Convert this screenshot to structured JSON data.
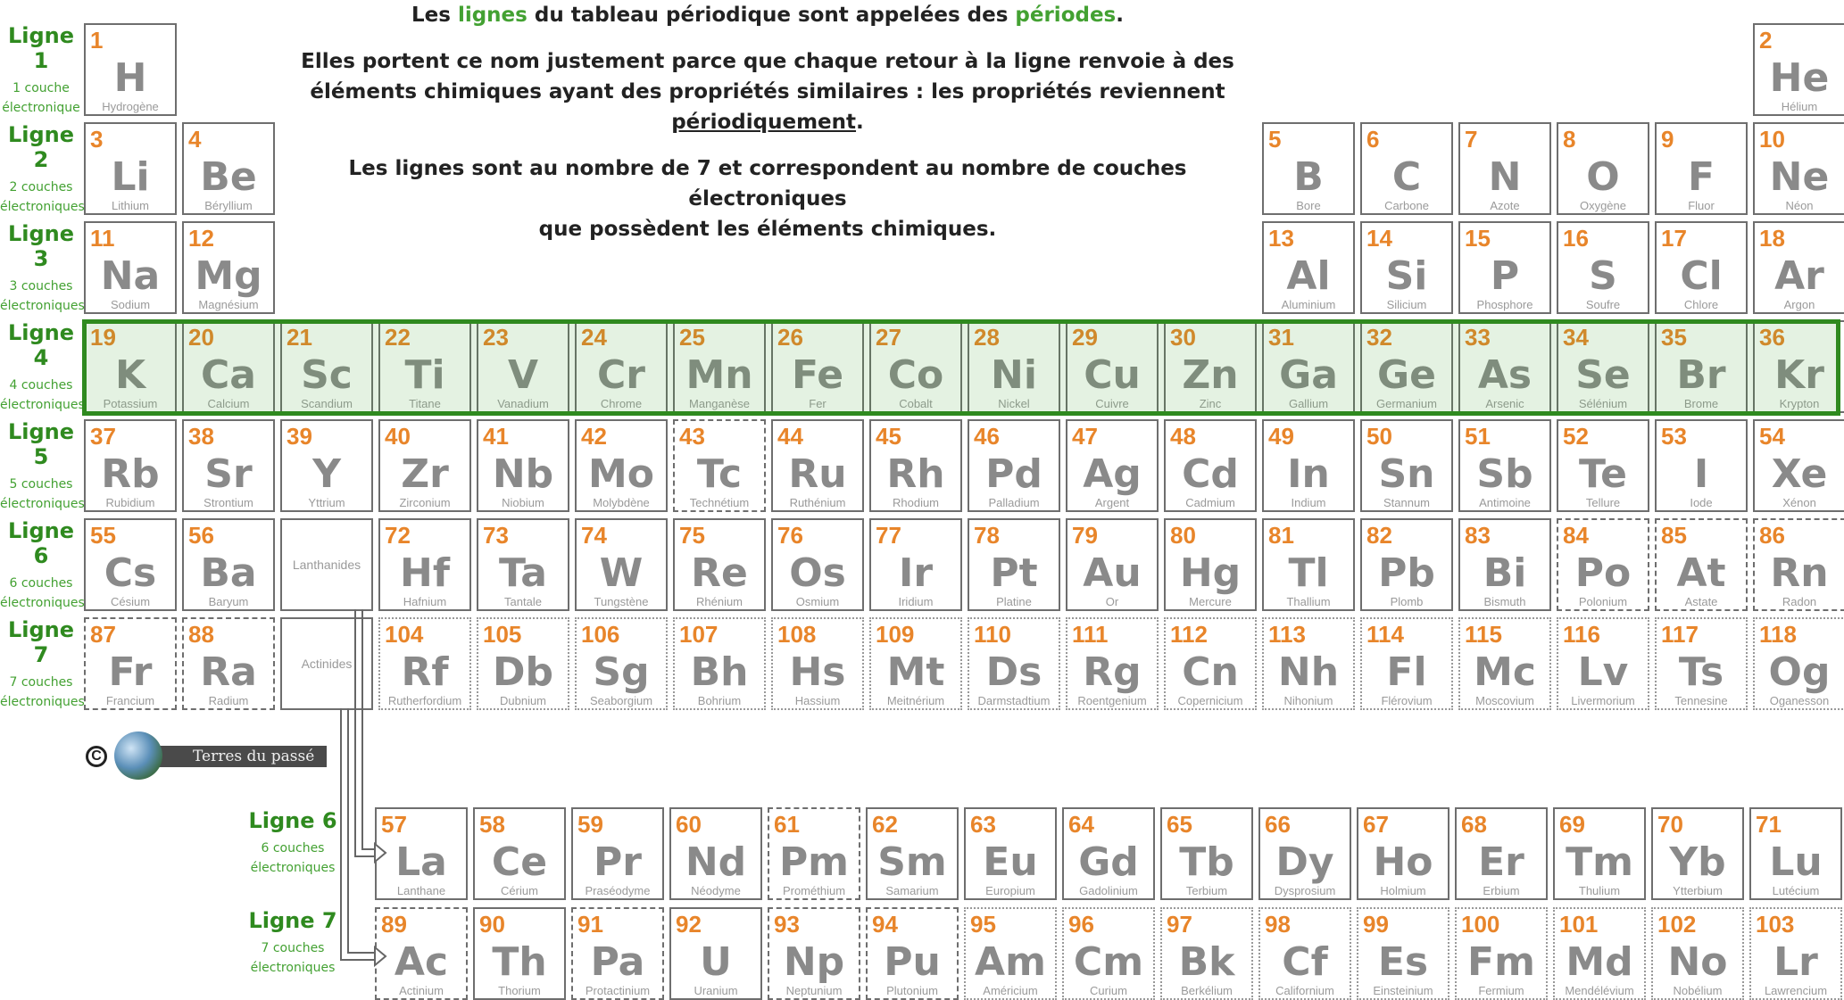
{
  "intro": {
    "p1_pre": "Les ",
    "p1_hl1": "lignes",
    "p1_mid": " du tableau périodique sont appelées des ",
    "p1_hl2": "périodes",
    "p1_end": ".",
    "p2_a": "Elles portent ce nom justement parce que chaque retour à la ligne renvoie à des",
    "p2_b": "éléments chimiques ayant des propriétés similaires : les propriétés reviennent ",
    "p2_ul": "périodiquement",
    "p2_end": ".",
    "p3_a": "Les lignes sont au nombre de 7 et correspondent au nombre de couches électroniques",
    "p3_b": "que possèdent les éléments chimiques."
  },
  "row_labels": [
    {
      "title": "Ligne 1",
      "sub1": "1 couche",
      "sub2": "électronique"
    },
    {
      "title": "Ligne 2",
      "sub1": "2 couches",
      "sub2": "électroniques"
    },
    {
      "title": "Ligne 3",
      "sub1": "3 couches",
      "sub2": "électroniques"
    },
    {
      "title": "Ligne 4",
      "sub1": "4 couches",
      "sub2": "électroniques"
    },
    {
      "title": "Ligne 5",
      "sub1": "5 couches",
      "sub2": "électroniques"
    },
    {
      "title": "Ligne 6",
      "sub1": "6 couches",
      "sub2": "électroniques"
    },
    {
      "title": "Ligne 7",
      "sub1": "7 couches",
      "sub2": "électroniques"
    }
  ],
  "fblock_labels": [
    {
      "title": "Ligne 6",
      "sub1": "6 couches",
      "sub2": "électroniques"
    },
    {
      "title": "Ligne 7",
      "sub1": "7 couches",
      "sub2": "électroniques"
    }
  ],
  "placeholders": {
    "lanthanides": "Lanthanides",
    "actinides": "Actinides"
  },
  "logo": {
    "text": "Terres du passé",
    "copyright": "C"
  },
  "main_rows": [
    [
      [
        "1",
        "H",
        "Hydrogène",
        "s"
      ],
      [
        "2",
        "He",
        "Hélium",
        "s"
      ]
    ],
    [
      [
        "3",
        "Li",
        "Lithium",
        "s"
      ],
      [
        "4",
        "Be",
        "Béryllium",
        "s"
      ],
      [
        "5",
        "B",
        "Bore",
        "s"
      ],
      [
        "6",
        "C",
        "Carbone",
        "s"
      ],
      [
        "7",
        "N",
        "Azote",
        "s"
      ],
      [
        "8",
        "O",
        "Oxygène",
        "s"
      ],
      [
        "9",
        "F",
        "Fluor",
        "s"
      ],
      [
        "10",
        "Ne",
        "Néon",
        "s"
      ]
    ],
    [
      [
        "11",
        "Na",
        "Sodium",
        "s"
      ],
      [
        "12",
        "Mg",
        "Magnésium",
        "s"
      ],
      [
        "13",
        "Al",
        "Aluminium",
        "s"
      ],
      [
        "14",
        "Si",
        "Silicium",
        "s"
      ],
      [
        "15",
        "P",
        "Phosphore",
        "s"
      ],
      [
        "16",
        "S",
        "Soufre",
        "s"
      ],
      [
        "17",
        "Cl",
        "Chlore",
        "s"
      ],
      [
        "18",
        "Ar",
        "Argon",
        "s"
      ]
    ],
    [
      [
        "19",
        "K",
        "Potassium",
        "s"
      ],
      [
        "20",
        "Ca",
        "Calcium",
        "s"
      ],
      [
        "21",
        "Sc",
        "Scandium",
        "s"
      ],
      [
        "22",
        "Ti",
        "Titane",
        "s"
      ],
      [
        "23",
        "V",
        "Vanadium",
        "s"
      ],
      [
        "24",
        "Cr",
        "Chrome",
        "s"
      ],
      [
        "25",
        "Mn",
        "Manganèse",
        "s"
      ],
      [
        "26",
        "Fe",
        "Fer",
        "s"
      ],
      [
        "27",
        "Co",
        "Cobalt",
        "s"
      ],
      [
        "28",
        "Ni",
        "Nickel",
        "s"
      ],
      [
        "29",
        "Cu",
        "Cuivre",
        "s"
      ],
      [
        "30",
        "Zn",
        "Zinc",
        "s"
      ],
      [
        "31",
        "Ga",
        "Gallium",
        "s"
      ],
      [
        "32",
        "Ge",
        "Germanium",
        "s"
      ],
      [
        "33",
        "As",
        "Arsenic",
        "s"
      ],
      [
        "34",
        "Se",
        "Sélénium",
        "s"
      ],
      [
        "35",
        "Br",
        "Brome",
        "s"
      ],
      [
        "36",
        "Kr",
        "Krypton",
        "s"
      ]
    ],
    [
      [
        "37",
        "Rb",
        "Rubidium",
        "s"
      ],
      [
        "38",
        "Sr",
        "Strontium",
        "s"
      ],
      [
        "39",
        "Y",
        "Yttrium",
        "s"
      ],
      [
        "40",
        "Zr",
        "Zirconium",
        "s"
      ],
      [
        "41",
        "Nb",
        "Niobium",
        "s"
      ],
      [
        "42",
        "Mo",
        "Molybdène",
        "s"
      ],
      [
        "43",
        "Tc",
        "Technétium",
        "d"
      ],
      [
        "44",
        "Ru",
        "Ruthénium",
        "s"
      ],
      [
        "45",
        "Rh",
        "Rhodium",
        "s"
      ],
      [
        "46",
        "Pd",
        "Palladium",
        "s"
      ],
      [
        "47",
        "Ag",
        "Argent",
        "s"
      ],
      [
        "48",
        "Cd",
        "Cadmium",
        "s"
      ],
      [
        "49",
        "In",
        "Indium",
        "s"
      ],
      [
        "50",
        "Sn",
        "Stannum",
        "s"
      ],
      [
        "51",
        "Sb",
        "Antimoine",
        "s"
      ],
      [
        "52",
        "Te",
        "Tellure",
        "s"
      ],
      [
        "53",
        "I",
        "Iode",
        "s"
      ],
      [
        "54",
        "Xe",
        "Xénon",
        "s"
      ]
    ],
    [
      [
        "55",
        "Cs",
        "Césium",
        "s"
      ],
      [
        "56",
        "Ba",
        "Baryum",
        "s"
      ],
      [
        "72",
        "Hf",
        "Hafnium",
        "s"
      ],
      [
        "73",
        "Ta",
        "Tantale",
        "s"
      ],
      [
        "74",
        "W",
        "Tungstène",
        "s"
      ],
      [
        "75",
        "Re",
        "Rhénium",
        "s"
      ],
      [
        "76",
        "Os",
        "Osmium",
        "s"
      ],
      [
        "77",
        "Ir",
        "Iridium",
        "s"
      ],
      [
        "78",
        "Pt",
        "Platine",
        "s"
      ],
      [
        "79",
        "Au",
        "Or",
        "s"
      ],
      [
        "80",
        "Hg",
        "Mercure",
        "s"
      ],
      [
        "81",
        "Tl",
        "Thallium",
        "s"
      ],
      [
        "82",
        "Pb",
        "Plomb",
        "s"
      ],
      [
        "83",
        "Bi",
        "Bismuth",
        "s"
      ],
      [
        "84",
        "Po",
        "Polonium",
        "d"
      ],
      [
        "85",
        "At",
        "Astate",
        "d"
      ],
      [
        "86",
        "Rn",
        "Radon",
        "d"
      ]
    ],
    [
      [
        "87",
        "Fr",
        "Francium",
        "d"
      ],
      [
        "88",
        "Ra",
        "Radium",
        "d"
      ],
      [
        "104",
        "Rf",
        "Rutherfordium",
        "o"
      ],
      [
        "105",
        "Db",
        "Dubnium",
        "o"
      ],
      [
        "106",
        "Sg",
        "Seaborgium",
        "o"
      ],
      [
        "107",
        "Bh",
        "Bohrium",
        "o"
      ],
      [
        "108",
        "Hs",
        "Hassium",
        "o"
      ],
      [
        "109",
        "Mt",
        "Meitnérium",
        "o"
      ],
      [
        "110",
        "Ds",
        "Darmstadtium",
        "o"
      ],
      [
        "111",
        "Rg",
        "Roentgenium",
        "o"
      ],
      [
        "112",
        "Cn",
        "Copernicium",
        "o"
      ],
      [
        "113",
        "Nh",
        "Nihonium",
        "o"
      ],
      [
        "114",
        "Fl",
        "Flérovium",
        "o"
      ],
      [
        "115",
        "Mc",
        "Moscovium",
        "o"
      ],
      [
        "116",
        "Lv",
        "Livermorium",
        "o"
      ],
      [
        "117",
        "Ts",
        "Tennesine",
        "o"
      ],
      [
        "118",
        "Og",
        "Oganesson",
        "o"
      ]
    ]
  ],
  "lanthanides": [
    [
      "57",
      "La",
      "Lanthane",
      "s"
    ],
    [
      "58",
      "Ce",
      "Cérium",
      "s"
    ],
    [
      "59",
      "Pr",
      "Praséodyme",
      "s"
    ],
    [
      "60",
      "Nd",
      "Néodyme",
      "s"
    ],
    [
      "61",
      "Pm",
      "Prométhium",
      "d"
    ],
    [
      "62",
      "Sm",
      "Samarium",
      "s"
    ],
    [
      "63",
      "Eu",
      "Europium",
      "s"
    ],
    [
      "64",
      "Gd",
      "Gadolinium",
      "s"
    ],
    [
      "65",
      "Tb",
      "Terbium",
      "s"
    ],
    [
      "66",
      "Dy",
      "Dysprosium",
      "s"
    ],
    [
      "67",
      "Ho",
      "Holmium",
      "s"
    ],
    [
      "68",
      "Er",
      "Erbium",
      "s"
    ],
    [
      "69",
      "Tm",
      "Thulium",
      "s"
    ],
    [
      "70",
      "Yb",
      "Ytterbium",
      "s"
    ],
    [
      "71",
      "Lu",
      "Lutécium",
      "s"
    ]
  ],
  "actinides": [
    [
      "89",
      "Ac",
      "Actinium",
      "d"
    ],
    [
      "90",
      "Th",
      "Thorium",
      "s"
    ],
    [
      "91",
      "Pa",
      "Protactinium",
      "d"
    ],
    [
      "92",
      "U",
      "Uranium",
      "s"
    ],
    [
      "93",
      "Np",
      "Neptunium",
      "d"
    ],
    [
      "94",
      "Pu",
      "Plutonium",
      "d"
    ],
    [
      "95",
      "Am",
      "Américium",
      "o"
    ],
    [
      "96",
      "Cm",
      "Curium",
      "o"
    ],
    [
      "97",
      "Bk",
      "Berkélium",
      "o"
    ],
    [
      "98",
      "Cf",
      "Californium",
      "o"
    ],
    [
      "99",
      "Es",
      "Einsteinium",
      "o"
    ],
    [
      "100",
      "Fm",
      "Fermium",
      "o"
    ],
    [
      "101",
      "Md",
      "Mendélévium",
      "o"
    ],
    [
      "102",
      "No",
      "Nobélium",
      "o"
    ],
    [
      "103",
      "Lr",
      "Lawrencium",
      "o"
    ]
  ],
  "colors": {
    "number": "#e8852a",
    "symbol": "#8a8a8a",
    "accent": "#43a132",
    "highlight_border": "#2f8a1f"
  },
  "highlighted_row": 4
}
